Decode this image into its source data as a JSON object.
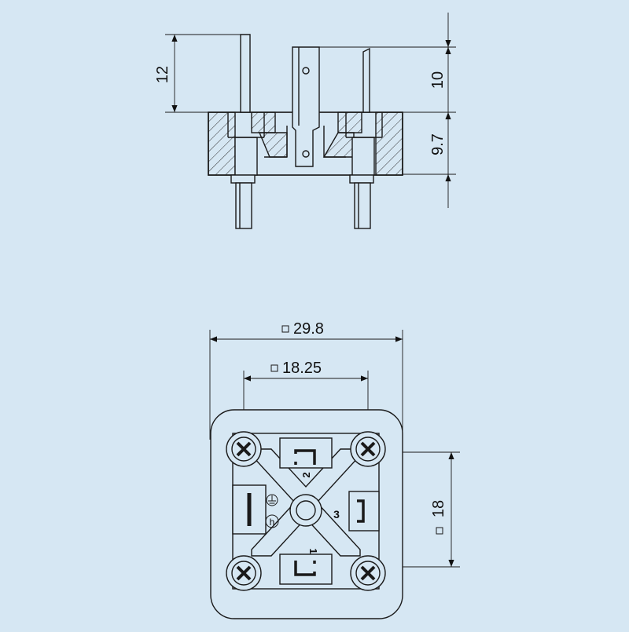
{
  "diagram": {
    "background": "#d6e7f3",
    "line_color": "#1a1a1a",
    "side_view": {
      "dim_pin_height": "12",
      "dim_upper": "10",
      "dim_lower": "9.7"
    },
    "bottom_view": {
      "dim_outer_width": "29.8",
      "dim_hole_spacing": "18.25",
      "dim_hole_vertical": "18",
      "contact_labels": [
        "1",
        "2",
        "3"
      ],
      "symbols": [
        "ground-symbol",
        "h-mark"
      ]
    }
  }
}
